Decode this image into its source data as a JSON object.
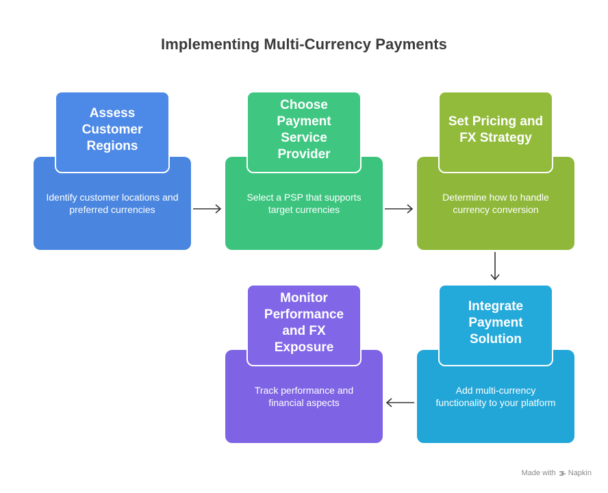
{
  "title": "Implementing Multi-Currency Payments",
  "steps": [
    {
      "heading": "Assess Customer Regions",
      "text": "Identify customer locations and preferred currencies",
      "card_color": "#4A86E0",
      "head_color": "#4D89E6"
    },
    {
      "heading": "Choose Payment Service Provider",
      "text": "Select a PSP that supports target currencies",
      "card_color": "#3CC47F",
      "head_color": "#3FC782"
    },
    {
      "heading": "Set Pricing and FX Strategy",
      "text": "Determine how to handle currency conversion",
      "card_color": "#8FB83A",
      "head_color": "#92BB3C"
    },
    {
      "heading": "Integrate Payment Solution",
      "text": "Add multi-currency functionality to your platform",
      "card_color": "#22A6D8",
      "head_color": "#24A9DB"
    },
    {
      "heading": "Monitor Performance and FX Exposure",
      "text": "Track performance and financial aspects",
      "card_color": "#7E63E4",
      "head_color": "#8166E7"
    }
  ],
  "footer": {
    "made_with": "Made with",
    "brand": "Napkin"
  }
}
